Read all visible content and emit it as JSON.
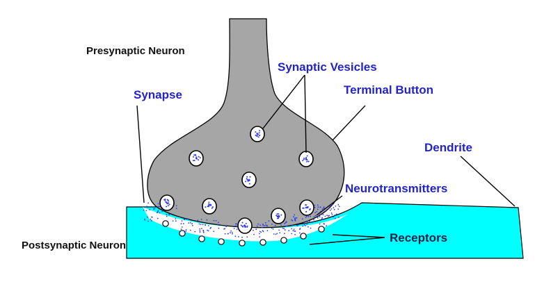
{
  "labels": {
    "presynaptic": "Presynaptic Neuron",
    "synaptic_vesicles": "Synaptic Vesicles",
    "terminal_button": "Terminal Button",
    "synapse": "Synapse",
    "dendrite": "Dendrite",
    "neurotransmitters": "Neurotransmitters",
    "receptors": "Receptors",
    "postsynaptic": "Postsynaptic Neuron"
  },
  "colors": {
    "neuron_fill": "#a6a6a6",
    "dendrite_fill": "#00ffff",
    "label_blue": "#2323c8",
    "label_black": "#111111",
    "dots": "#2d3cf0",
    "cleft": "#ffffff",
    "outline": "#000000"
  }
}
